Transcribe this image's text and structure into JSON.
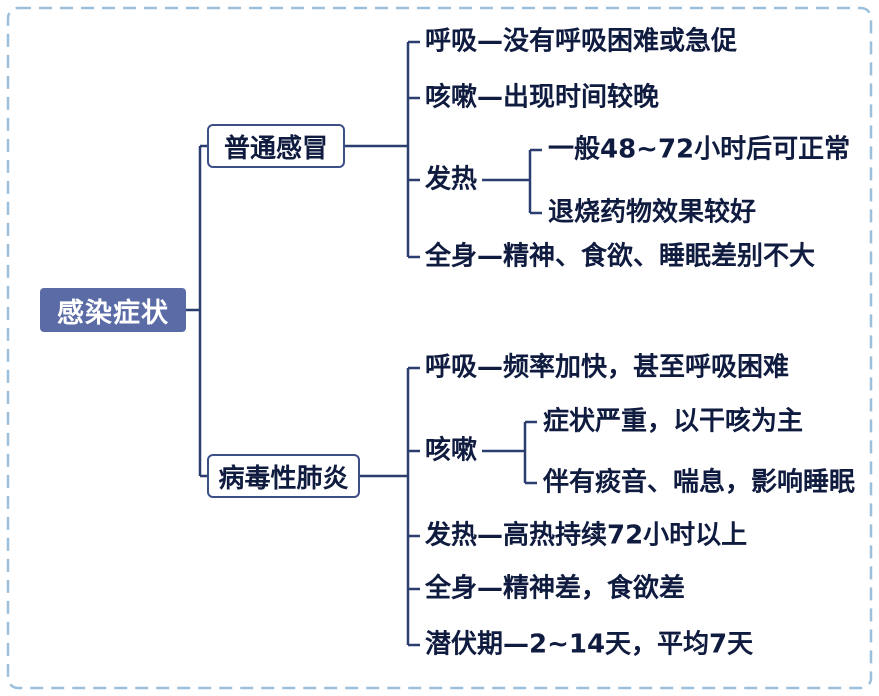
{
  "diagram": {
    "root": {
      "label": "感染症状"
    },
    "branches": [
      {
        "label": "普通感冒",
        "children": [
          {
            "label": "呼吸—没有呼吸困难或急促"
          },
          {
            "label": "咳嗽—出现时间较晚"
          },
          {
            "label": "发热",
            "children": [
              {
                "label": "一般48~72小时后可正常"
              },
              {
                "label": "退烧药物效果较好"
              }
            ]
          },
          {
            "label": "全身—精神、食欲、睡眠差别不大"
          }
        ]
      },
      {
        "label": "病毒性肺炎",
        "children": [
          {
            "label": "呼吸—频率加快，甚至呼吸困难"
          },
          {
            "label": "咳嗽",
            "children": [
              {
                "label": "症状严重，以干咳为主"
              },
              {
                "label": "伴有痰音、喘息，影响睡眠"
              }
            ]
          },
          {
            "label": "发热—高热持续72小时以上"
          },
          {
            "label": "全身—精神差，食欲差"
          },
          {
            "label": "潜伏期—2~14天，平均7天"
          }
        ]
      }
    ],
    "colors": {
      "root_fill": "#5a6ba6",
      "box_border": "#3c4f86",
      "line": "#2b3e6f",
      "text": "#101c3f",
      "border_dashed": "#9cc0dc"
    }
  }
}
